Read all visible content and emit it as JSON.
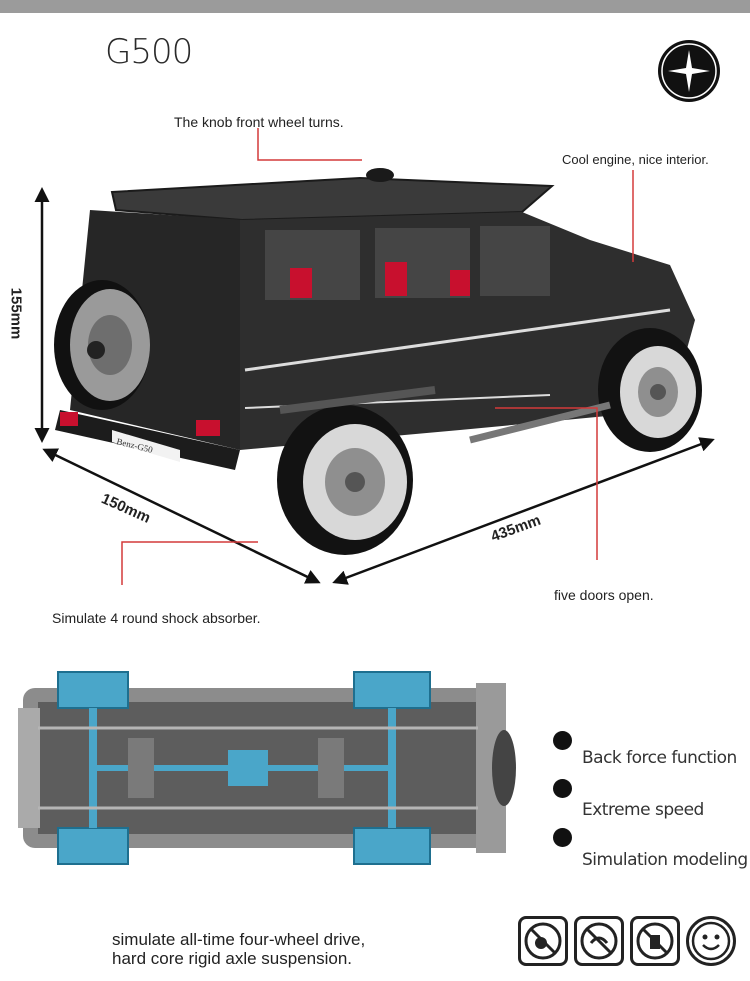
{
  "header": {
    "title": "G500"
  },
  "callouts": {
    "knob": "The knob front wheel turns.",
    "engine": "Cool engine, nice interior.",
    "shock": "Simulate 4 round shock absorber.",
    "doors": "five doors open."
  },
  "dimensions": {
    "height": "155mm",
    "width": "150mm",
    "length": "435mm"
  },
  "features": [
    {
      "label": "Back force function"
    },
    {
      "label": "Extreme speed"
    },
    {
      "label": "Simulation modeling"
    }
  ],
  "bottom": {
    "line1": "simulate all-time four-wheel drive,",
    "line2": "hard core rigid axle suspension."
  },
  "plate_text": "Benz-G50",
  "colors": {
    "body": "#2b2b2b",
    "accent": "#c8102e",
    "blue": "#4aa6c9",
    "gray": "#8c8c8c"
  }
}
